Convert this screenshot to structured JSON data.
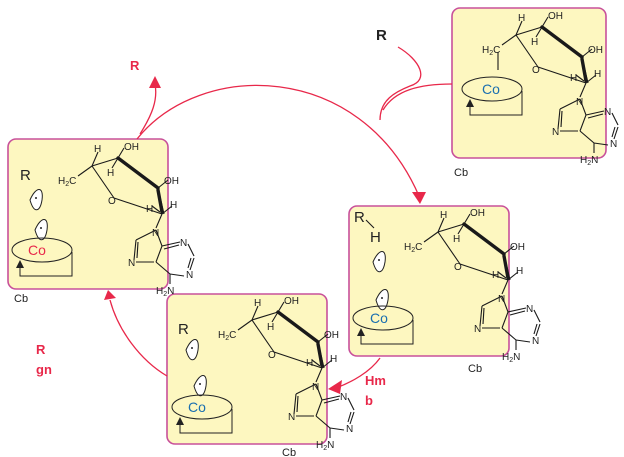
{
  "diagram": {
    "colors": {
      "panel_fill": "#fdf7c0",
      "panel_border": "#c8509a",
      "arrow": "#e8284a",
      "co_blue": "#1a6fb0",
      "co_red": "#e8284a"
    },
    "free_labels": {
      "substrate_in": "R",
      "product_out": "R",
      "left_note_line1": "R",
      "left_note_line2": "gn",
      "bottom_note_line1": "Hm",
      "bottom_note_line2": "b"
    },
    "panels": [
      {
        "id": "top-right",
        "co_label": "Co",
        "co_color": "blue",
        "caption": "Cb",
        "r_label": "",
        "h_label": ""
      },
      {
        "id": "middle-right",
        "co_label": "Co",
        "co_color": "blue",
        "caption": "Cb",
        "r_label": "R",
        "h_label": "H"
      },
      {
        "id": "bottom",
        "co_label": "Co",
        "co_color": "blue",
        "caption": "Cb",
        "r_label": "R",
        "h_label": ""
      },
      {
        "id": "left",
        "co_label": "Co",
        "co_color": "red",
        "caption": "Cb",
        "r_label": "R",
        "h_label": ""
      }
    ],
    "atoms": {
      "H": "H",
      "OH": "OH",
      "O": "O",
      "N": "N",
      "H2C": "H",
      "H2C_sub": "2",
      "H2C_c": "C",
      "H2N": "H",
      "H2N_sub": "2",
      "H2N_n": "N"
    }
  }
}
